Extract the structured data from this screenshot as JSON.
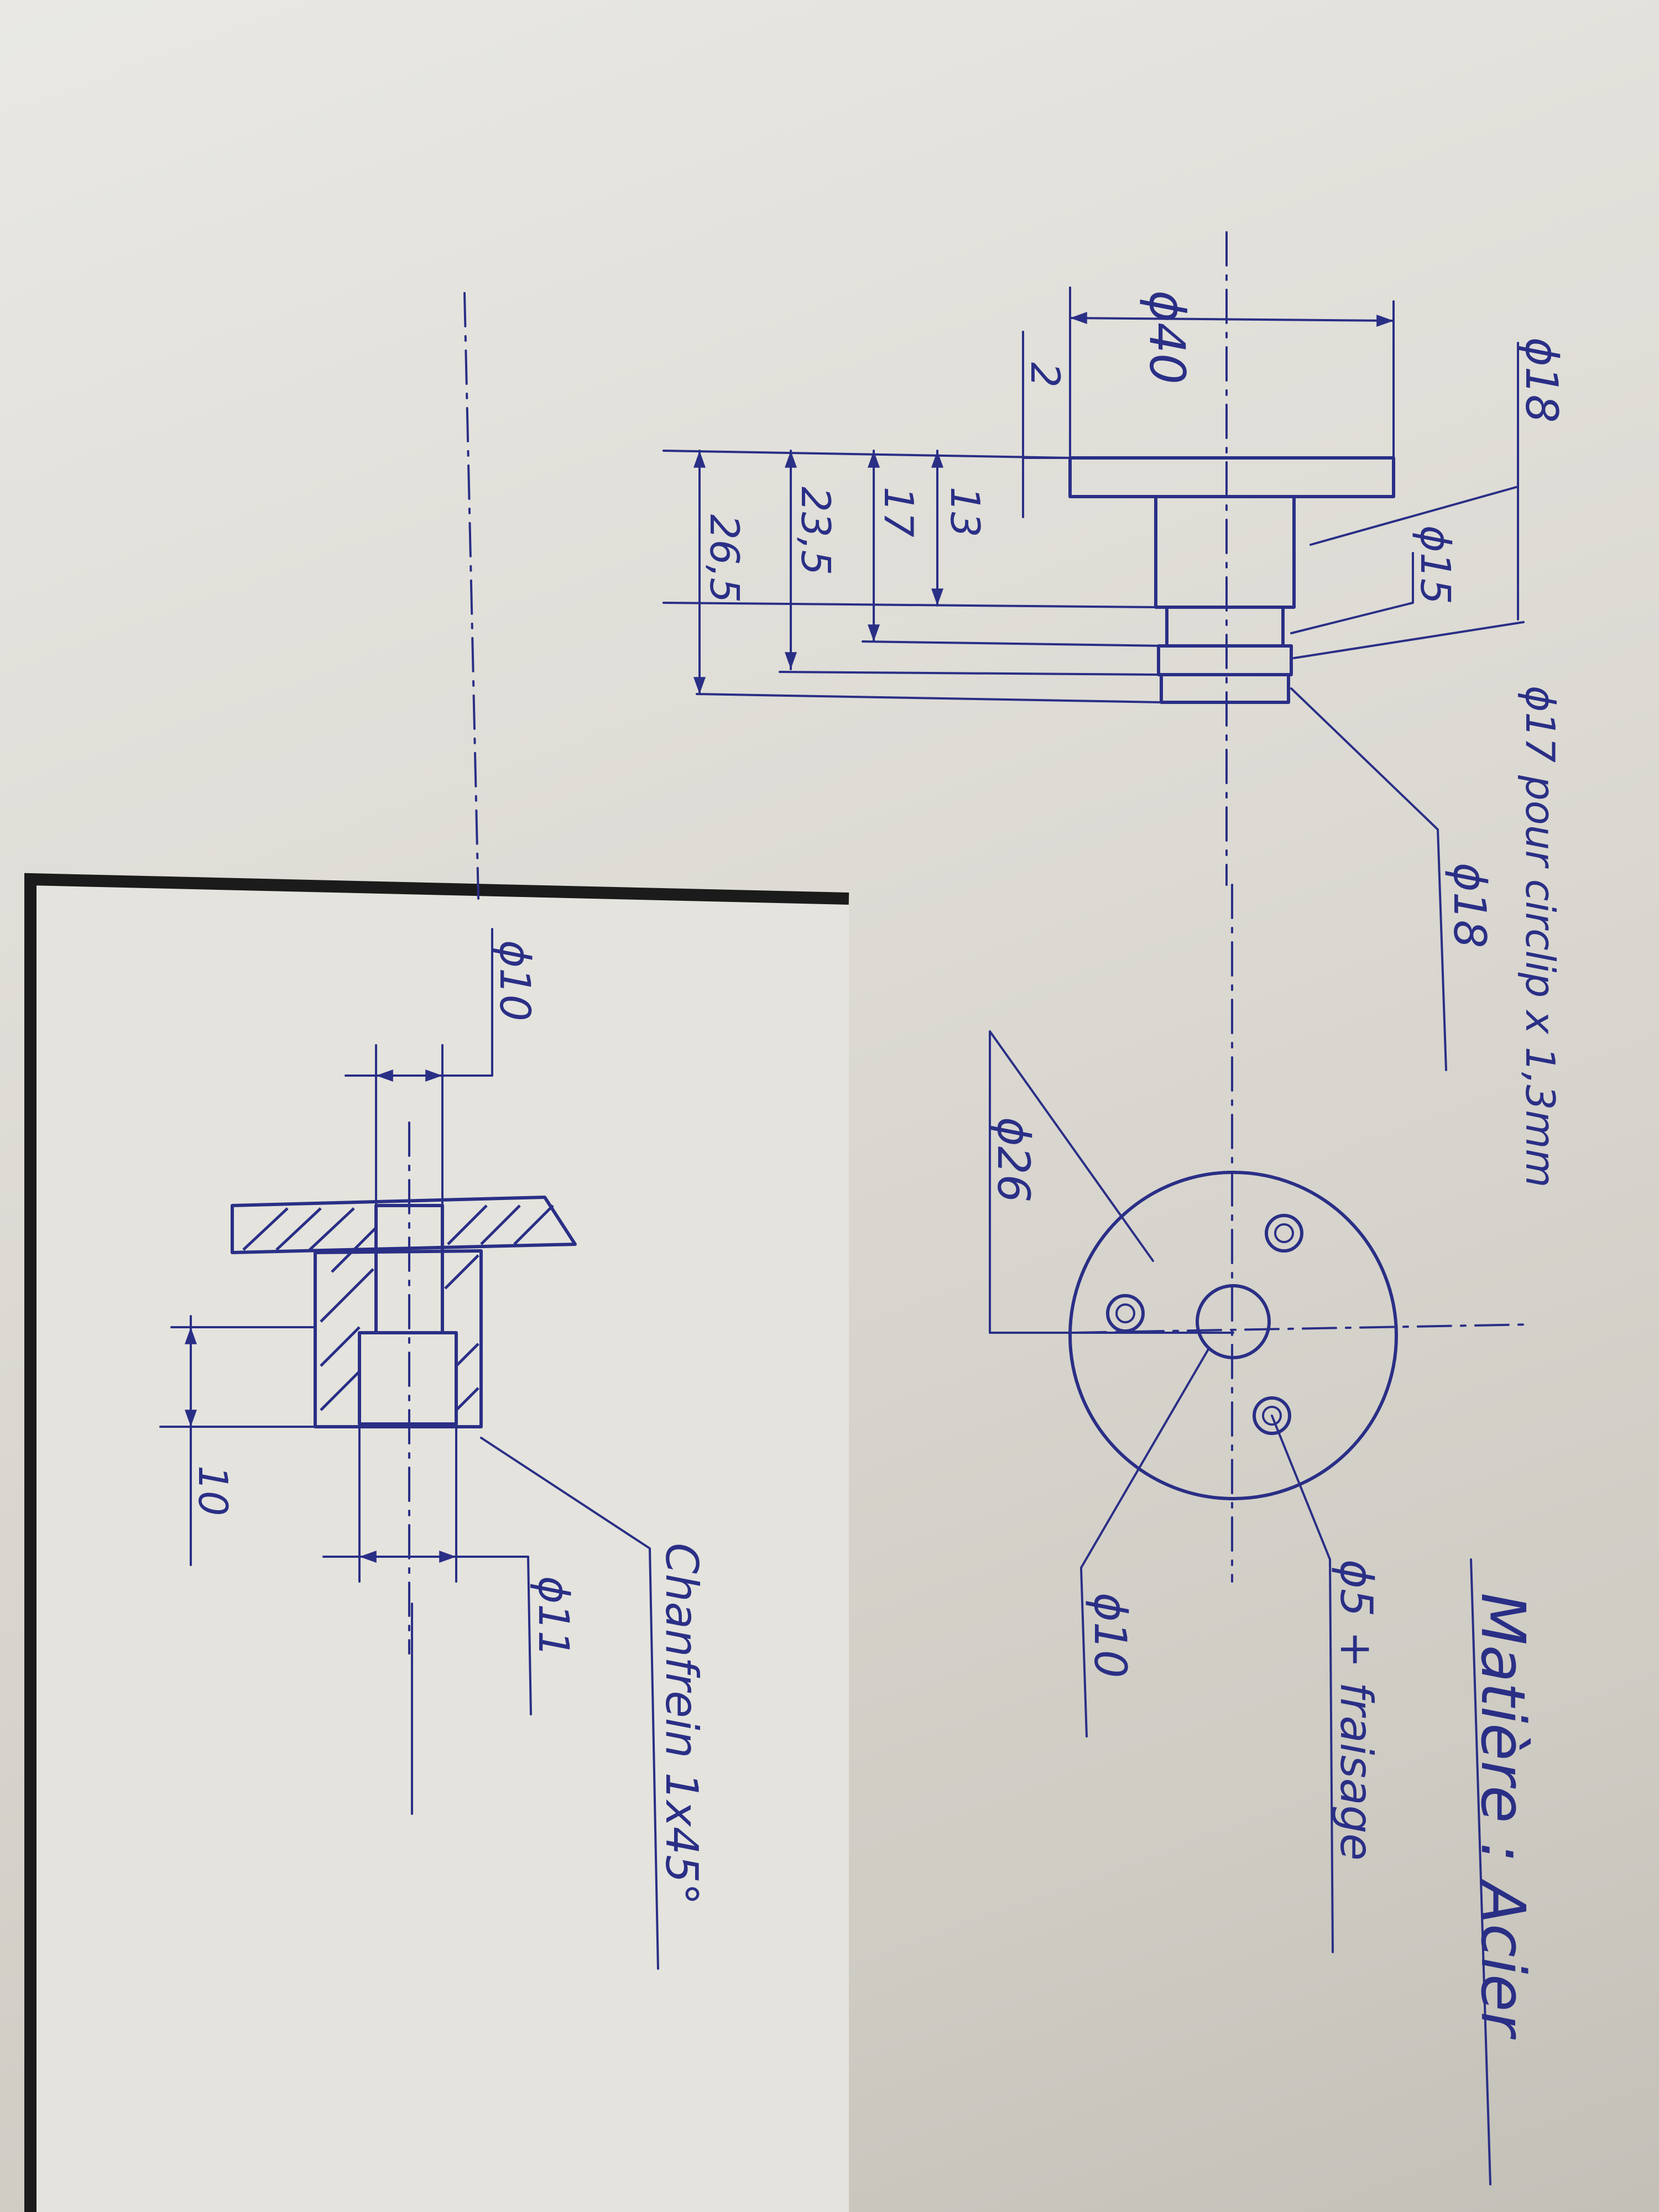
{
  "colors": {
    "ink": "#2a2f86",
    "paper": "#e6e5e0",
    "background": "#b9b5ad"
  },
  "side_view": {
    "d40": "ϕ40",
    "d18_top": "ϕ18",
    "d15": "ϕ15",
    "circlip": "ϕ17 pour circlip x 1,3mm",
    "d18_bottom": "ϕ18",
    "dim_2": "2",
    "dim_13": "13",
    "dim_17": "17",
    "dim_23_5": "23,5",
    "dim_26_5": "26,5"
  },
  "end_view": {
    "d26": "ϕ26",
    "d10": "ϕ10",
    "holes": "ϕ5 + fraisage",
    "material": "Matière : Acier"
  },
  "section_view": {
    "d10": "ϕ10",
    "d11": "ϕ11",
    "dim_10": "10",
    "chamfer": "Chanfrein 1x45°"
  }
}
